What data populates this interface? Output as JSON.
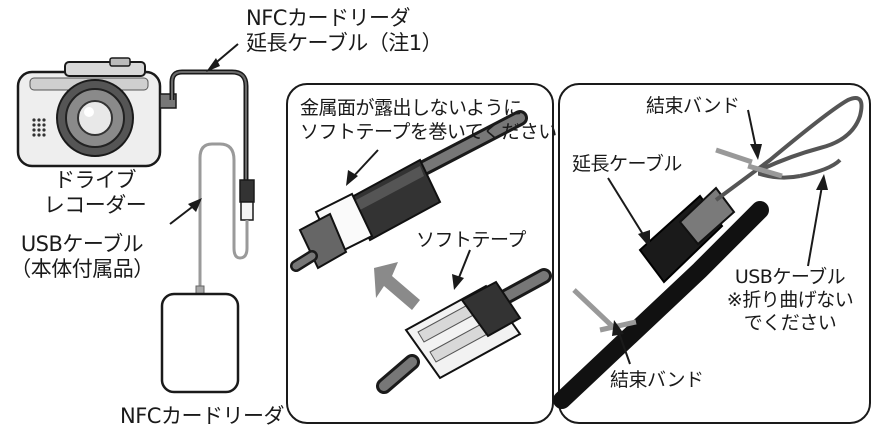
{
  "labels": {
    "nfc_extension": [
      "NFCカードリーダ",
      "延長ケーブル（注1）"
    ],
    "drive_recorder": [
      "ドライブ",
      "レコーダー"
    ],
    "usb_cable_included": [
      "USBケーブル",
      "（本体付属品）"
    ],
    "nfc_reader": "NFCカードリーダ"
  },
  "panel_tape": {
    "instruction": [
      "金属面が露出しないように",
      "ソフトテープを巻いてください"
    ],
    "soft_tape": "ソフトテープ"
  },
  "panel_bind": {
    "band_top": "結束バンド",
    "extension_cable": "延長ケーブル",
    "usb_note": [
      "USBケーブル",
      "※折り曲げない",
      "でください"
    ],
    "band_bottom": "結束バンド"
  }
}
